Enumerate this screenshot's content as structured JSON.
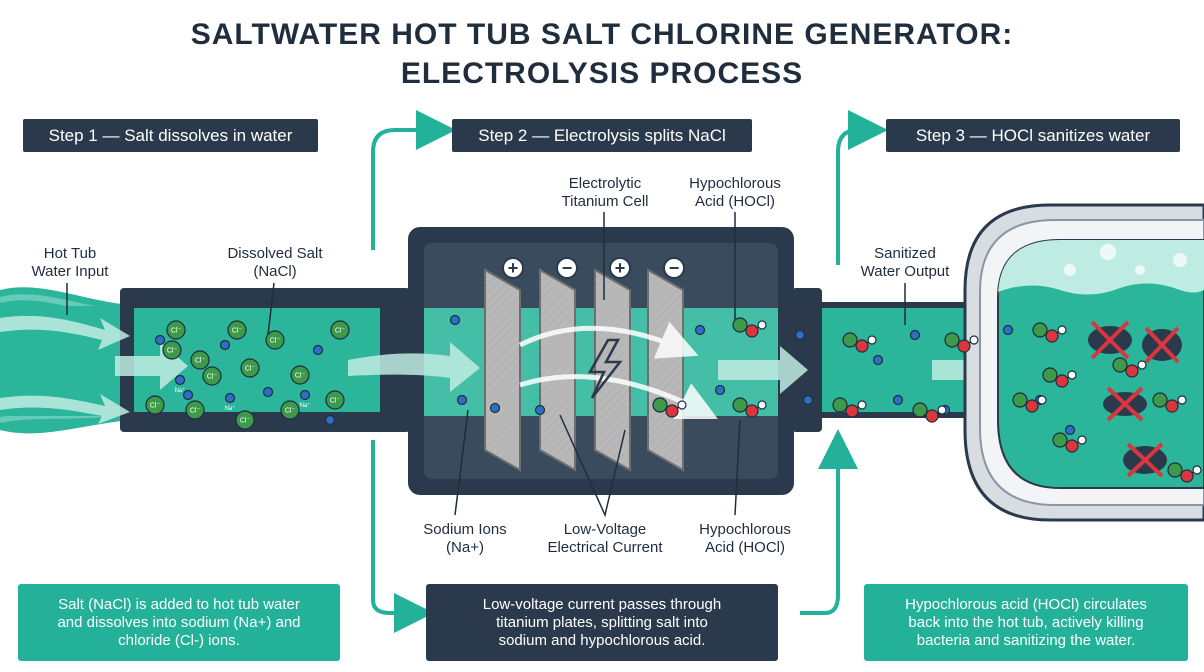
{
  "title": {
    "line1": "SALTWATER HOT TUB SALT CHLORINE GENERATOR:",
    "line2": "ELECTROLYSIS PROCESS"
  },
  "steps": [
    {
      "label": "Step 1 — Salt dissolves in water"
    },
    {
      "label": "Step 2 — Electrolysis splits NaCl"
    },
    {
      "label": "Step 3 — HOCl sanitizes water"
    }
  ],
  "labels": {
    "water_input": {
      "line1": "Hot Tub",
      "line2": "Water Input"
    },
    "dissolved_salt": {
      "line1": "Dissolved Salt",
      "line2": "(NaCl)"
    },
    "cell": {
      "line1": "Electrolytic",
      "line2": "Titanium Cell"
    },
    "hocl_top": {
      "line1": "Hypochlorous",
      "line2": "Acid (HOCl)"
    },
    "sanitized_output": {
      "line1": "Sanitized",
      "line2": "Water Output"
    },
    "sodium_ions": {
      "line1": "Sodium Ions",
      "line2": "(Na+)"
    },
    "current": {
      "line1": "Low-Voltage",
      "line2": "Electrical Current"
    },
    "hocl_bottom": {
      "line1": "Hypochlorous",
      "line2": "Acid (HOCl)"
    }
  },
  "electrodes": {
    "plus": "+",
    "minus": "−"
  },
  "ion_chloride": "Cl⁻",
  "ion_sodium": "Na⁺",
  "captions": {
    "step1": {
      "line1": "Salt (NaCl) is added to hot tub water",
      "line2": "and dissolves into sodium (Na+) and",
      "line3": "chloride (Cl-) ions."
    },
    "step2": {
      "line1": "Low-voltage current passes through",
      "line2": "titanium plates, splitting salt into",
      "line3": "sodium and hypochlorous acid."
    },
    "step3": {
      "line1": "Hypochlorous acid (HOCl) circulates",
      "line2": "back into the hot tub, actively killing",
      "line3": "bacteria and sanitizing the water."
    }
  },
  "colors": {
    "water": "#2bb59a",
    "water_light": "#8fdccb",
    "dark": "#2a3a4c",
    "arrow": "#23b19a",
    "chlorine": "#3d9a4a",
    "oxygen": "#d9363e",
    "sodium": "#2c6fc4"
  },
  "icons": [
    "arrow-icon",
    "lightning-icon",
    "bacteria-icon",
    "x-mark-icon"
  ]
}
